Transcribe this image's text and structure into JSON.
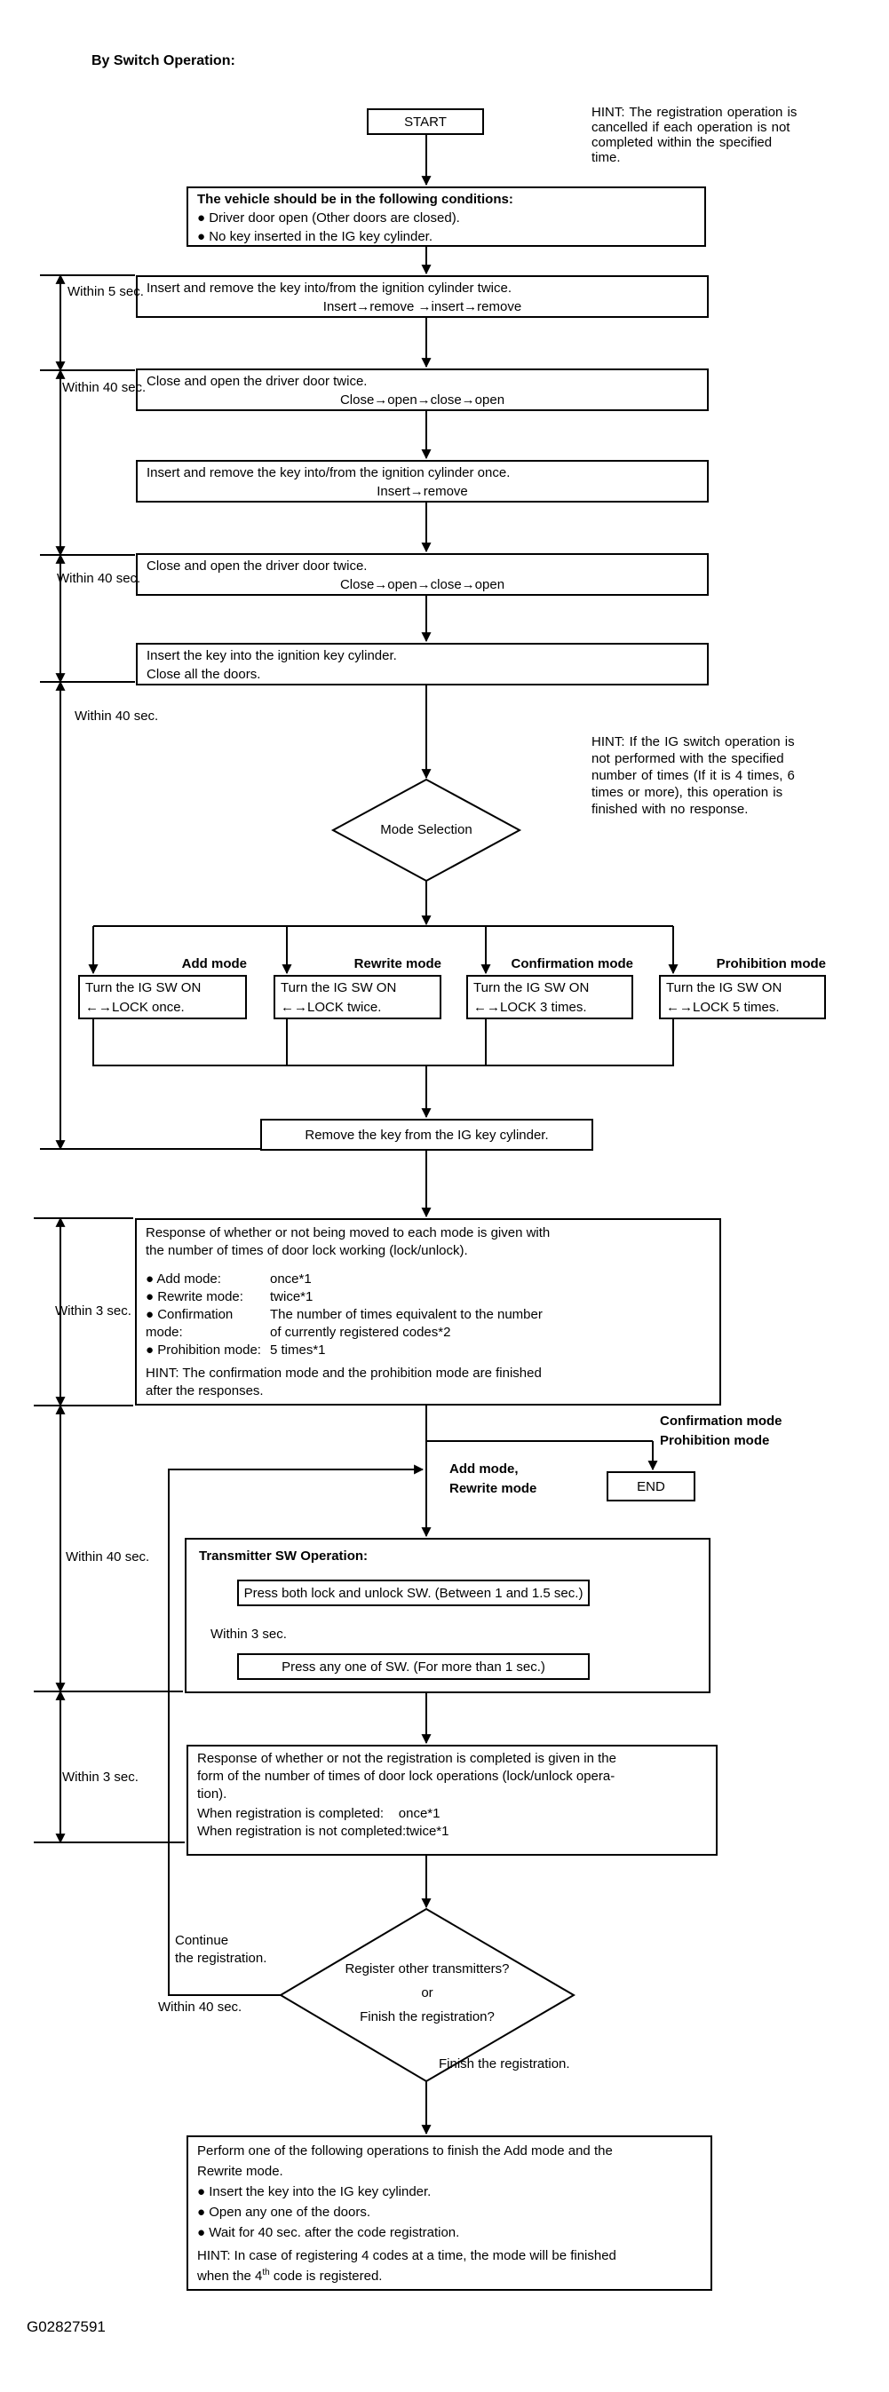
{
  "title": "By Switch Operation:",
  "figure_id": "G02827591",
  "colors": {
    "line": "#000000",
    "background": "#ffffff"
  },
  "hints": {
    "registration": [
      "HINT: The registration operation is",
      "cancelled if each operation is not",
      "completed within the specified",
      "time."
    ],
    "ig_switch": [
      "HINT: If the IG switch operation is",
      "not performed with the specified",
      "number of times (If it is 4 times, 6",
      "times or more), this operation is",
      "finished with no response."
    ]
  },
  "timing_labels": {
    "within_5_sec": "Within 5 sec.",
    "within_40_sec_a": "Within 40 sec.",
    "within_40_sec_b": "Within 40 sec.",
    "within_40_sec_c": "Within 40 sec.",
    "within_3_sec_a": "Within 3 sec.",
    "within_40_sec_d": "Within 40 sec.",
    "within_3_sec_b": "Within 3 sec."
  },
  "branch_labels": {
    "confirmation_prohibition": [
      "Confirmation mode",
      "Prohibition mode"
    ],
    "add_rewrite": [
      "Add mode,",
      "Rewrite mode"
    ],
    "continue_registration": [
      "Continue",
      "the registration."
    ],
    "loop_within_40_sec": "Within 40 sec.",
    "finish_registration": "Finish the registration."
  },
  "nodes": {
    "start": "START",
    "end": "END",
    "conditions": {
      "title": "The vehicle should be in the following conditions:",
      "bullets": [
        "● Driver door open (Other doors are closed).",
        "● No key inserted in the IG key cylinder."
      ]
    },
    "steps": [
      {
        "line1": "Insert and remove the key into/from the ignition cylinder twice.",
        "line2": "Insert→remove →insert→remove"
      },
      {
        "line1": "Close and open the driver door twice.",
        "line2": "Close→open→close→open"
      },
      {
        "line1": "Insert and remove the key into/from the ignition cylinder once.",
        "line2": "Insert→remove"
      },
      {
        "line1": "Close and open the driver door twice.",
        "line2": "Close→open→close→open"
      },
      {
        "line1": "Insert the key into the ignition key cylinder.",
        "line2": "Close all the doors."
      }
    ],
    "mode_selection": "Mode Selection",
    "modes": [
      {
        "label": "Add mode",
        "body": [
          "Turn the IG SW ON",
          "←→LOCK once."
        ]
      },
      {
        "label": "Rewrite mode",
        "body": [
          "Turn the IG SW ON",
          "←→LOCK twice."
        ]
      },
      {
        "label": "Confirmation mode",
        "body": [
          "Turn the IG SW ON",
          "←→LOCK 3 times."
        ]
      },
      {
        "label": "Prohibition mode",
        "body": [
          "Turn the IG SW ON",
          "←→LOCK 5 times."
        ]
      }
    ],
    "remove_key": "Remove the key from the IG key cylinder.",
    "mode_response": {
      "intro": [
        "Response of whether or not being moved to each mode is given with",
        "the number of times of door lock working (lock/unlock)."
      ],
      "items": [
        {
          "label": "● Add mode:",
          "value": [
            "once*1"
          ]
        },
        {
          "label": "● Rewrite mode:",
          "value": [
            "twice*1"
          ]
        },
        {
          "label": "● Confirmation mode:",
          "value": [
            "The number of times equivalent to the number",
            "of currently registered codes*2"
          ]
        },
        {
          "label": "● Prohibition mode:",
          "value": [
            "5 times*1"
          ]
        }
      ],
      "hint": [
        "HINT: The confirmation mode and the prohibition mode are finished",
        "after the responses."
      ]
    },
    "transmitter": {
      "title": "Transmitter SW Operation:",
      "step1": "Press both lock and unlock SW. (Between 1 and 1.5 sec.)",
      "timing": "Within 3 sec.",
      "step2": "Press any one of SW. (For more than 1 sec.)"
    },
    "registration_response": {
      "intro": [
        "Response of whether or not the registration is completed is given in the",
        "form of the number of times of door lock operations (lock/unlock opera-",
        "tion)."
      ],
      "results": [
        "When registration is completed:    once*1",
        "When registration is not completed:twice*1"
      ]
    },
    "decision": [
      "Register other transmitters?",
      "or",
      "Finish the registration?"
    ],
    "finish": {
      "intro": [
        "Perform one of the following operations to finish the Add mode and the",
        "Rewrite mode."
      ],
      "bullets": [
        "● Insert the key into the IG key cylinder.",
        "● Open any one of the doors.",
        "● Wait for 40 sec. after the code registration."
      ],
      "hint_line1": "HINT: In case of registering 4 codes at a time, the mode will be finished",
      "hint_line2_pre": "when the 4",
      "hint_line2_sup": "th",
      "hint_line2_post": " code is registered."
    }
  }
}
